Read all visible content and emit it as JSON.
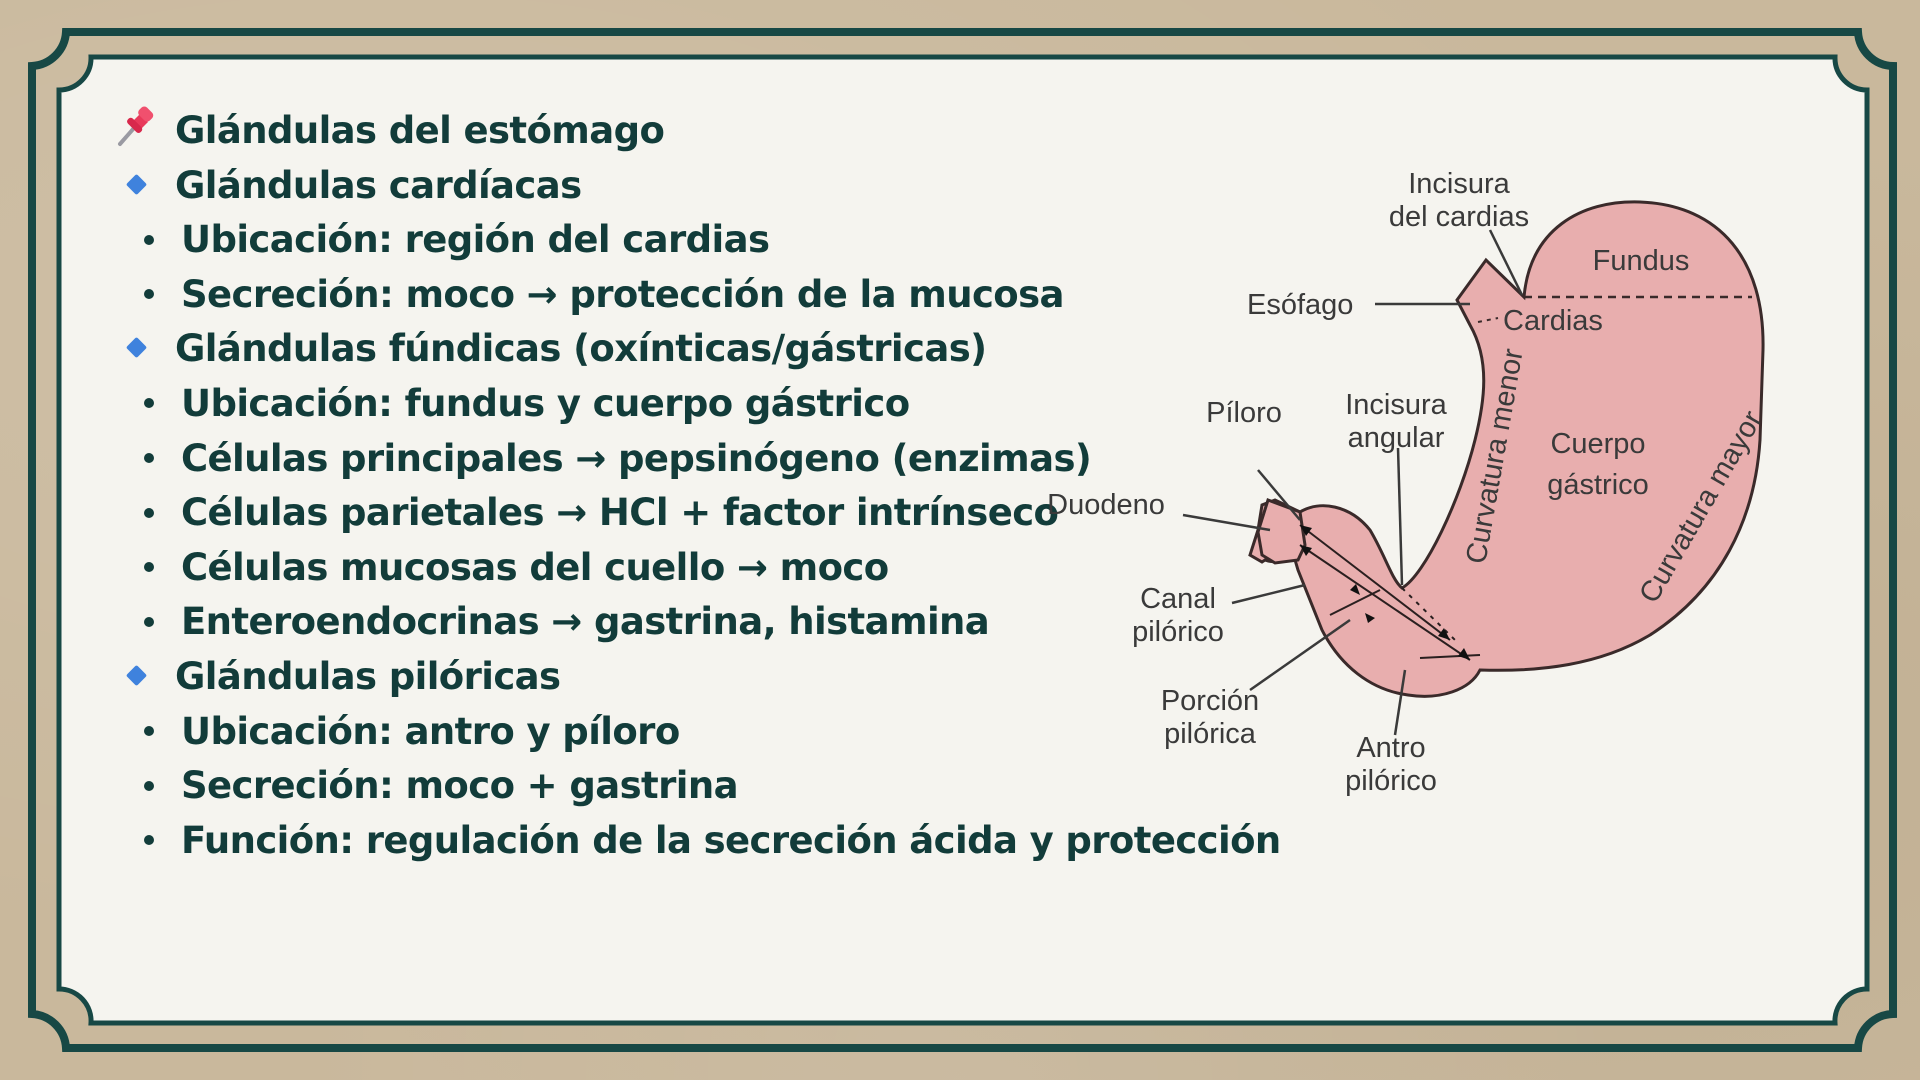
{
  "colors": {
    "background": "#c9b89c",
    "frame": "#174845",
    "panel": "#f5f4ef",
    "text": "#123c3a",
    "section_bullet": "#3f82dd",
    "stomach_fill": "#e8aeae",
    "stomach_outline": "#3a2a2a"
  },
  "notes": {
    "title": {
      "icon": "pushpin-icon",
      "text": "Glándulas del estómago"
    },
    "sections": [
      {
        "icon": "blue-diamond-icon",
        "heading": "Glándulas cardíacas",
        "items": [
          "Ubicación: región del cardias",
          "Secreción: moco → protección de la mucosa"
        ]
      },
      {
        "icon": "blue-diamond-icon",
        "heading": "Glándulas fúndicas (oxínticas/gástricas)",
        "items": [
          "Ubicación: fundus y cuerpo gástrico",
          "Células principales → pepsinógeno (enzimas)",
          "Células parietales → HCl + factor intrínseco",
          "Células mucosas del cuello → moco",
          "Enteroendocrinas → gastrina, histamina"
        ]
      },
      {
        "icon": "blue-diamond-icon",
        "heading": "Glándulas pilóricas",
        "items": [
          "Ubicación: antro y píloro",
          "Secreción: moco + gastrina",
          "Función: regulación de la secreción ácida y protección"
        ]
      }
    ]
  },
  "diagram": {
    "subject": "stomach anatomy",
    "labels": {
      "incisura_cardias_1": "Incisura",
      "incisura_cardias_2": "del cardias",
      "esofago": "Esófago",
      "fundus": "Fundus",
      "cardias": "Cardias",
      "piloro": "Píloro",
      "incisura_angular_1": "Incisura",
      "incisura_angular_2": "angular",
      "cuerpo_1": "Cuerpo",
      "cuerpo_2": "gástrico",
      "curvatura_menor": "Curvatura menor",
      "curvatura_mayor": "Curvatura mayor",
      "duodeno": "Duodeno",
      "canal_1": "Canal",
      "canal_2": "pilórico",
      "porcion_1": "Porción",
      "porcion_2": "pilórica",
      "antro_1": "Antro",
      "antro_2": "pilórico"
    }
  }
}
